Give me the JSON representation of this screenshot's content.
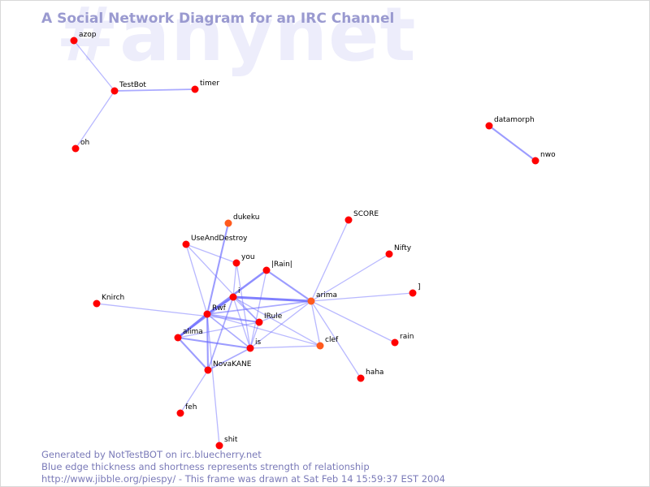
{
  "watermark": "#anynet",
  "title": "A Social Network Diagram for an IRC Channel",
  "footer": {
    "line1": "Generated by NotTestBOT on irc.bluecherry.net",
    "line2": "Blue edge thickness and shortness represents strength of relationship",
    "line3": "http://www.jibble.org/piespy/ - This frame was drawn at Sat Feb 14 15:59:37 EST 2004"
  },
  "colors": {
    "node": "#ff0000",
    "node_active": "#ff5a1e",
    "edge": "#6464ff",
    "title": "#9a9ad0",
    "watermark": "#ededfb"
  },
  "nodes": [
    {
      "id": "azop",
      "label": "azop",
      "highlight": false
    },
    {
      "id": "TestBot",
      "label": "TestBot",
      "highlight": false
    },
    {
      "id": "timer",
      "label": "timer",
      "highlight": false
    },
    {
      "id": "oh",
      "label": "oh",
      "highlight": false
    },
    {
      "id": "datamorph",
      "label": "datamorph",
      "highlight": false
    },
    {
      "id": "nwo",
      "label": "nwo",
      "highlight": false
    },
    {
      "id": "dukeku",
      "label": "dukeku",
      "highlight": true
    },
    {
      "id": "UseAndDestroy",
      "label": "UseAndDestroy",
      "highlight": false
    },
    {
      "id": "you",
      "label": "you",
      "highlight": false
    },
    {
      "id": "SCORE",
      "label": "SCORE",
      "highlight": false
    },
    {
      "id": "Nifty",
      "label": "Nifty",
      "highlight": false
    },
    {
      "id": "IRainI",
      "label": "|Rain|",
      "highlight": false
    },
    {
      "id": "i",
      "label": "i",
      "highlight": false
    },
    {
      "id": "arima",
      "label": "arima",
      "highlight": true
    },
    {
      "id": "bracket",
      "label": "]",
      "highlight": false
    },
    {
      "id": "Knirch",
      "label": "Knirch",
      "highlight": false
    },
    {
      "id": "Rwf",
      "label": "Rwf",
      "highlight": false
    },
    {
      "id": "IRule",
      "label": "IRule",
      "highlight": false
    },
    {
      "id": "alima",
      "label": "alima",
      "highlight": false
    },
    {
      "id": "is",
      "label": "is",
      "highlight": false
    },
    {
      "id": "clef",
      "label": "clef",
      "highlight": true
    },
    {
      "id": "rain",
      "label": "rain",
      "highlight": false
    },
    {
      "id": "NovaKANE",
      "label": "NovaKANE",
      "highlight": false
    },
    {
      "id": "haha",
      "label": "haha",
      "highlight": false
    },
    {
      "id": "feh",
      "label": "feh",
      "highlight": false
    },
    {
      "id": "shit",
      "label": "shit",
      "highlight": false
    }
  ],
  "edges": [
    {
      "from": "azop",
      "to": "TestBot",
      "strength": 1
    },
    {
      "from": "TestBot",
      "to": "timer",
      "strength": 1.5
    },
    {
      "from": "TestBot",
      "to": "oh",
      "strength": 1
    },
    {
      "from": "datamorph",
      "to": "nwo",
      "strength": 2
    },
    {
      "from": "dukeku",
      "to": "Rwf",
      "strength": 2
    },
    {
      "from": "UseAndDestroy",
      "to": "you",
      "strength": 1
    },
    {
      "from": "UseAndDestroy",
      "to": "Rwf",
      "strength": 1
    },
    {
      "from": "UseAndDestroy",
      "to": "IRule",
      "strength": 1
    },
    {
      "from": "you",
      "to": "is",
      "strength": 1
    },
    {
      "from": "you",
      "to": "i",
      "strength": 1
    },
    {
      "from": "IRainI",
      "to": "Rwf",
      "strength": 2.5
    },
    {
      "from": "IRainI",
      "to": "arima",
      "strength": 2
    },
    {
      "from": "IRainI",
      "to": "is",
      "strength": 1
    },
    {
      "from": "i",
      "to": "arima",
      "strength": 3
    },
    {
      "from": "i",
      "to": "Rwf",
      "strength": 2
    },
    {
      "from": "i",
      "to": "alima",
      "strength": 1.5
    },
    {
      "from": "i",
      "to": "NovaKANE",
      "strength": 1.5
    },
    {
      "from": "i",
      "to": "IRule",
      "strength": 1
    },
    {
      "from": "i",
      "to": "clef",
      "strength": 1
    },
    {
      "from": "i",
      "to": "is",
      "strength": 1
    },
    {
      "from": "SCORE",
      "to": "arima",
      "strength": 1
    },
    {
      "from": "Nifty",
      "to": "arima",
      "strength": 1
    },
    {
      "from": "arima",
      "to": "bracket",
      "strength": 1
    },
    {
      "from": "arima",
      "to": "rain",
      "strength": 1
    },
    {
      "from": "arima",
      "to": "haha",
      "strength": 1
    },
    {
      "from": "arima",
      "to": "clef",
      "strength": 1
    },
    {
      "from": "arima",
      "to": "Rwf",
      "strength": 1.5
    },
    {
      "from": "arima",
      "to": "IRule",
      "strength": 1
    },
    {
      "from": "arima",
      "to": "is",
      "strength": 1
    },
    {
      "from": "Knirch",
      "to": "IRule",
      "strength": 1
    },
    {
      "from": "Rwf",
      "to": "alima",
      "strength": 3
    },
    {
      "from": "Rwf",
      "to": "IRule",
      "strength": 1.5
    },
    {
      "from": "Rwf",
      "to": "is",
      "strength": 1.5
    },
    {
      "from": "Rwf",
      "to": "NovaKANE",
      "strength": 2
    },
    {
      "from": "Rwf",
      "to": "shit",
      "strength": 1
    },
    {
      "from": "Rwf",
      "to": "clef",
      "strength": 1
    },
    {
      "from": "alima",
      "to": "is",
      "strength": 2
    },
    {
      "from": "alima",
      "to": "NovaKANE",
      "strength": 2
    },
    {
      "from": "alima",
      "to": "IRule",
      "strength": 1
    },
    {
      "from": "is",
      "to": "NovaKANE",
      "strength": 1.5
    },
    {
      "from": "is",
      "to": "clef",
      "strength": 1
    },
    {
      "from": "IRule",
      "to": "is",
      "strength": 1
    },
    {
      "from": "NovaKANE",
      "to": "feh",
      "strength": 1
    }
  ]
}
